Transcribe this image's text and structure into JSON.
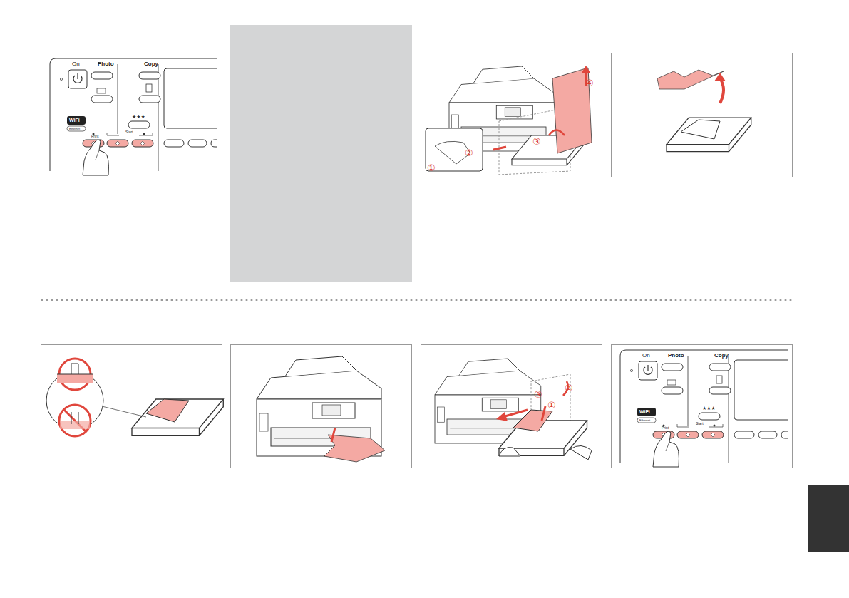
{
  "diagram": {
    "labels": [
      "On",
      "Photo",
      "Copy",
      "Print",
      "Start",
      "WiFi",
      "Ethernet",
      "①",
      "②",
      "③",
      "④",
      "①",
      "②",
      "③",
      "On",
      "Photo",
      "Copy",
      "Print",
      "Start",
      "WiFi",
      "Ethernet"
    ]
  }
}
